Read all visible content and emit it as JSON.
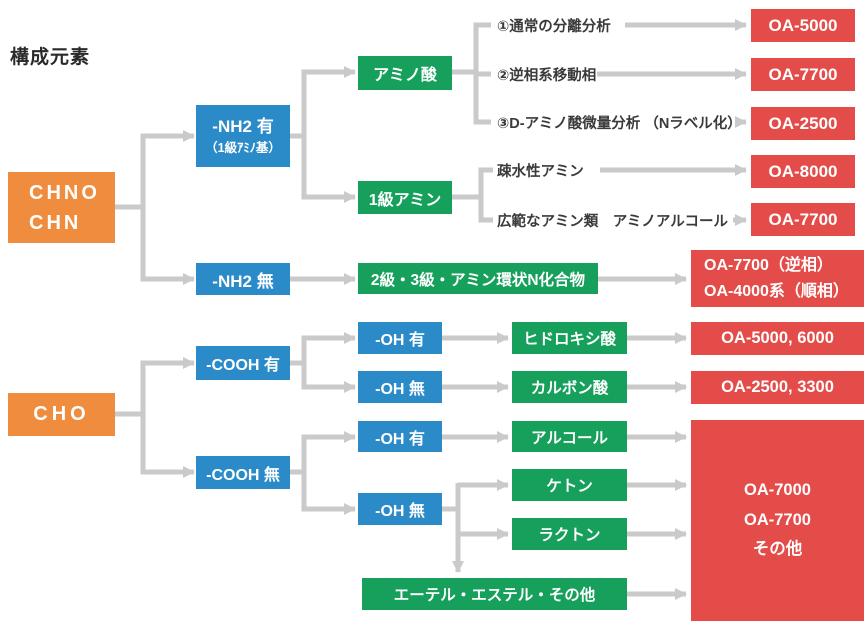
{
  "title": "構成元素",
  "colors": {
    "orange": "#EF8C3D",
    "blue": "#2B8BC9",
    "green": "#16A05B",
    "red": "#E44C4A",
    "connector": "#CACACA",
    "label_text": "#3A3A3A"
  },
  "nodes": {
    "chno": {
      "line1": "CHNO",
      "line2": "CHN"
    },
    "cho": {
      "label": "CHO"
    },
    "nh2_yes": {
      "line1": "-NH2 有",
      "line2": "（1級ｱﾐﾉ基）"
    },
    "nh2_no": {
      "label": "-NH2 無"
    },
    "cooh_yes": {
      "label": "-COOH 有"
    },
    "cooh_no": {
      "label": "-COOH 無"
    },
    "oh_yes_1": {
      "label": "-OH 有"
    },
    "oh_no_1": {
      "label": "-OH 無"
    },
    "oh_yes_2": {
      "label": "-OH 有"
    },
    "oh_no_2": {
      "label": "-OH 無"
    },
    "amino_acid": {
      "label": "アミノ酸"
    },
    "primary_amine": {
      "label": "1級アミン"
    },
    "secondary_amine": {
      "label": "2級・3級・アミン環状N化合物"
    },
    "hydroxy_acid": {
      "label": "ヒドロキシ酸"
    },
    "carboxylic_acid": {
      "label": "カルボン酸"
    },
    "alcohol": {
      "label": "アルコール"
    },
    "ketone": {
      "label": "ケトン"
    },
    "lactone": {
      "label": "ラクトン"
    },
    "ether": {
      "label": "エーテル・エステル・その他"
    }
  },
  "branch_labels": {
    "b1": "①通常の分離分析",
    "b2": "②逆相系移動相",
    "b3": "③D-アミノ酸微量分析 （Nラベル化）",
    "b4": "疎水性アミン",
    "b5": "広範なアミン類　アミノアルコール"
  },
  "results": {
    "r1": "OA-5000",
    "r2": "OA-7700",
    "r3": "OA-2500",
    "r4": "OA-8000",
    "r5": "OA-7700",
    "r6": {
      "line1": "OA-7700（逆相）",
      "line2": "OA-4000系（順相）"
    },
    "r7": "OA-5000, 6000",
    "r8": "OA-2500, 3300",
    "r9": {
      "line1": "OA-7000",
      "line2": "OA-7700",
      "line3": "その他"
    }
  }
}
